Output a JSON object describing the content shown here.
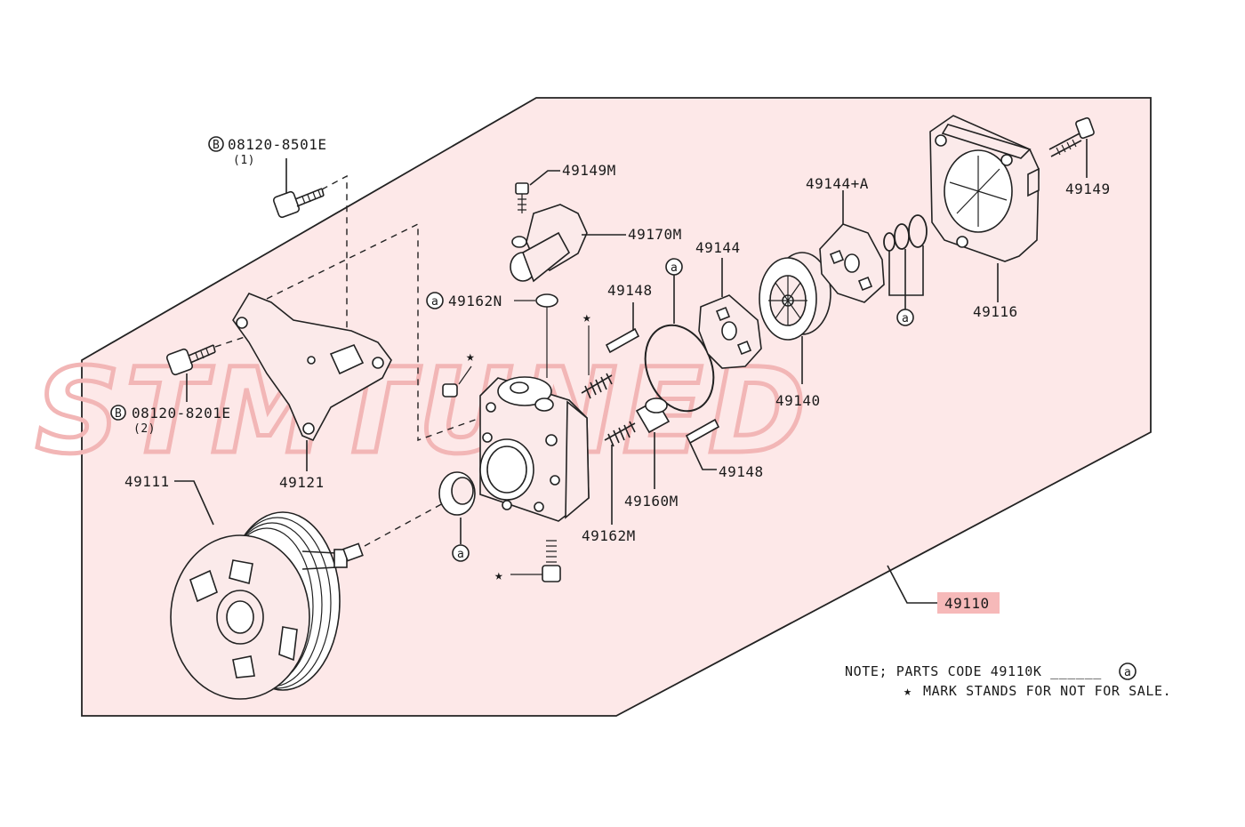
{
  "watermark": "STMTUNED",
  "colors": {
    "panel_fill": "#fde8e8",
    "line": "#222222",
    "highlight": "#f6b9b9",
    "watermark": "#f2b6b6"
  },
  "labels": {
    "bolt_top": "08120-8501E",
    "bolt_top_qty": "(1)",
    "bolt_left": "08120-8201E",
    "bolt_left_qty": "(2)",
    "p49149M": "49149M",
    "p49170M": "49170M",
    "p49162N": "49162N",
    "p49148_top": "49148",
    "p49148_bottom": "49148",
    "p49144": "49144",
    "p49144A": "49144+A",
    "p49149": "49149",
    "p49116": "49116",
    "p49140": "49140",
    "p49160M": "49160M",
    "p49162M": "49162M",
    "p49121": "49121",
    "p49111": "49111",
    "p49110": "49110",
    "a_marker": "a",
    "b_marker": "B"
  },
  "note": {
    "line1": "NOTE; PARTS CODE 49110K ______",
    "line2": "MARK STANDS FOR NOT FOR SALE."
  }
}
